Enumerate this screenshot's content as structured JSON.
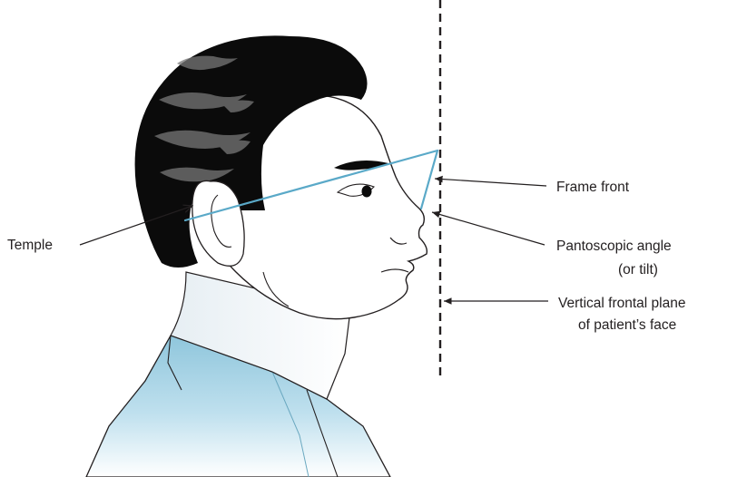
{
  "labels": {
    "temple": "Temple",
    "frame_front": "Frame front",
    "pantoscopic_line1": "Pantoscopic angle",
    "pantoscopic_line2": "(or tilt)",
    "vertical_line1": "Vertical frontal plane",
    "vertical_line2": "of patient’s face"
  },
  "colors": {
    "frame": "#5aa9c8",
    "hair": "#0b0b0b",
    "shirt": "#9ecfe3",
    "ink": "#231f20"
  }
}
